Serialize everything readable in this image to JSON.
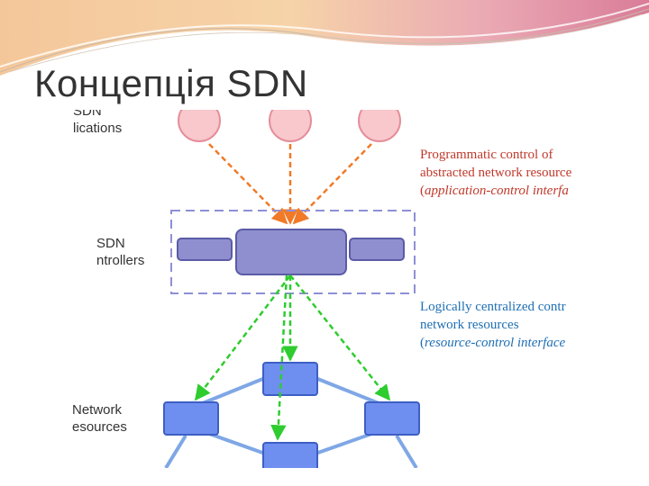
{
  "slide": {
    "title": "Концепція SDN"
  },
  "figure": {
    "layers": [
      {
        "id": "apps",
        "label_line1": "SDN",
        "label_line2": "lications"
      },
      {
        "id": "controllers",
        "label_line1": "SDN",
        "label_line2": "ntrollers"
      },
      {
        "id": "network",
        "label_line1": "Network",
        "label_line2": "esources"
      }
    ],
    "annotation_top": {
      "line1": "Programmatic control of",
      "line2": "abstracted network resource",
      "line3_prefix": "(",
      "line3_italic": "application-control interfa"
    },
    "annotation_bottom": {
      "line1": "Logically centralized contr",
      "line2": "network resources",
      "line3_prefix": "(",
      "line3_italic": "resource-control interface"
    },
    "colors": {
      "app_fill": "#f8c8cc",
      "app_stroke": "#e58e9a",
      "app_arrow": "#f07a28",
      "controller_fill": "#8f8fcf",
      "controller_stroke": "#5b5ba8",
      "controller_box_dash": "#8f8fd8",
      "control_arrow": "#2ecc2e",
      "node_fill": "#6f8ff0",
      "node_stroke": "#3d5fc4",
      "link": "#7fa7e6",
      "annotation_top_text": "#c0392b",
      "annotation_bottom_text": "#1f6fb3"
    }
  }
}
